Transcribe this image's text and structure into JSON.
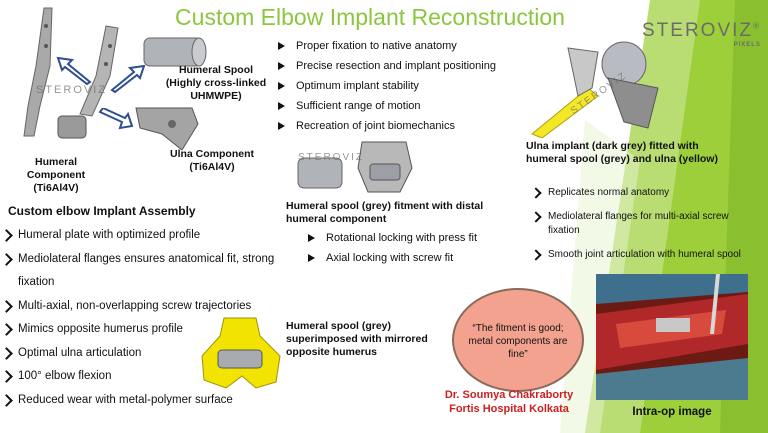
{
  "title": "Custom Elbow Implant Reconstruction",
  "logo": {
    "text": "STEROVIZ",
    "sub": "PIXELS",
    "mark": "®"
  },
  "left_panel": {
    "humeral_component": "Humeral Component (Ti6Al4V)",
    "humeral_spool": "Humeral Spool (Highly cross-linked UHMWPE)",
    "ulna_component": "Ulna Component (Ti6Al4V)",
    "assembly_title": "Custom elbow Implant Assembly",
    "bullets": [
      "Humeral plate with optimized profile",
      "Mediolateral flanges ensures anatomical fit, strong fixation",
      "Multi-axial, non-overlapping screw trajectories",
      "Mimics opposite humerus profile",
      "Optimal ulna articulation",
      "100° elbow flexion",
      "Reduced wear with metal-polymer surface"
    ]
  },
  "mid_panel": {
    "bullets": [
      "Proper fixation to native anatomy",
      "Precise resection and implant positioning",
      "Optimum implant stability",
      "Sufficient range of motion",
      "Recreation of joint biomechanics"
    ],
    "fitment_caption": "Humeral spool (grey) fitment with distal humeral component",
    "fitment_bullets": [
      "Rotational locking with press fit",
      "Axial locking with screw fit"
    ],
    "mirror_caption": "Humeral spool (grey) superimposed with mirrored opposite humerus"
  },
  "quote": {
    "text": "“The fitment is good; metal components are fine”",
    "author": "Dr. Soumya Chakraborty",
    "hospital": "Fortis Hospital Kolkata"
  },
  "right_panel": {
    "ulna_caption": "Ulna implant (dark grey) fitted with humeral spool (grey) and ulna (yellow)",
    "bullets": [
      "Replicates normal anatomy",
      "Mediolateral flanges for multi-axial screw fixation",
      "Smooth joint articulation with humeral spool"
    ],
    "intraop_caption": "Intra-op image"
  },
  "colors": {
    "title_green": "#8cc63f",
    "panel_green": "#9ccf3a",
    "quote_fill": "#f2a28e",
    "doctor_red": "#cc1f1f"
  }
}
